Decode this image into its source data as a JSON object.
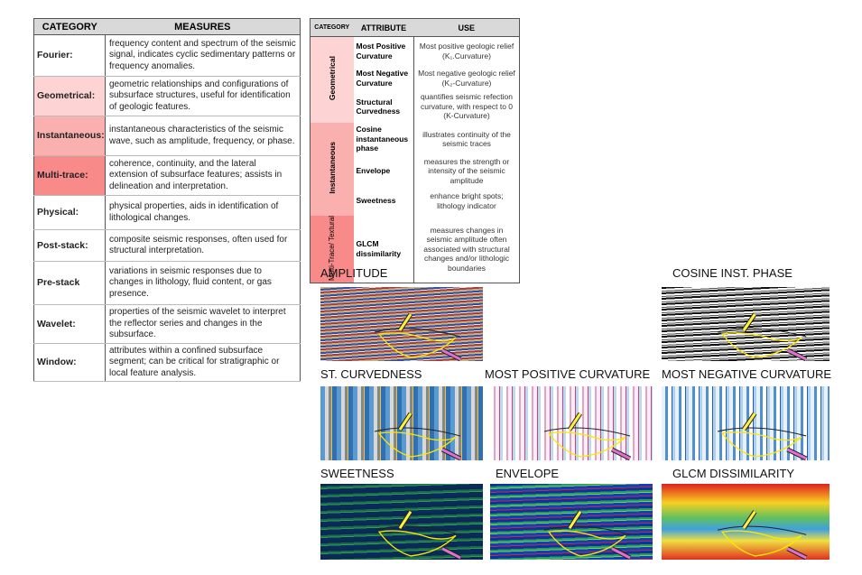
{
  "table1": {
    "headers": [
      "CATEGORY",
      "MEASURES"
    ],
    "rows": [
      {
        "category": "Fourier:",
        "measure": "frequency content and spectrum of the seismic signal, indicates cyclic sedimentary patterns or frequency anomalies.",
        "color": "#ffffff"
      },
      {
        "category": "Geometrical:",
        "measure": "geometric relationships and configurations of subsurface structures, useful for identification of geologic features.",
        "color": "#fdd3d3"
      },
      {
        "category": "Instantaneous:",
        "measure": "instantaneous characteristics of the seismic wave, such as amplitude, frequency, or phase.",
        "color": "#fbb0b0"
      },
      {
        "category": "Multi-trace:",
        "measure": "coherence, continuity, and the lateral extension of subsurface features; assists in delineation and interpretation.",
        "color": "#f88a8a"
      },
      {
        "category": "Physical:",
        "measure": "physical properties, aids in identification of lithological changes.",
        "color": "#ffffff"
      },
      {
        "category": "Post-stack:",
        "measure": "composite seismic responses, often used for structural interpretation.",
        "color": "#ffffff"
      },
      {
        "category": "Pre-stack",
        "measure": "variations in seismic responses due to changes in lithology, fluid content, or gas presence.",
        "color": "#ffffff"
      },
      {
        "category": "Wavelet:",
        "measure": "properties of the seismic wavelet to interpret the reflector series and changes in the subsurface.",
        "color": "#ffffff"
      },
      {
        "category": "Window:",
        "measure": "attributes within a confined subsurface segment; can be critical for stratigraphic or local feature analysis.",
        "color": "#ffffff"
      }
    ]
  },
  "table2": {
    "headers": [
      "CATEGORY",
      "ATTRIBUTE",
      "USE"
    ],
    "groups": [
      {
        "name": "Geometrical",
        "color": "#fdd3d3"
      },
      {
        "name": "Instantaneous",
        "color": "#fbb0b0"
      },
      {
        "name": "Multi-Trace/ Textural",
        "color": "#f88a8a"
      }
    ],
    "rows": [
      {
        "attribute": "Most Positive Curvature",
        "use": "Most positive geologic relief (K₁.Curvature)"
      },
      {
        "attribute": "Most Negative Curvature",
        "use": "Most negative geologic relief (K₂-Curvature)"
      },
      {
        "attribute": "Structural Curvedness",
        "use": "quantifies seismic refection curvature, with respect to 0 (K-Curvature)"
      },
      {
        "attribute": "Cosine instantaneous phase",
        "use": "illustrates continuity of the seismic traces"
      },
      {
        "attribute": "Envelope",
        "use": "measures the strength or intensity of the seismic amplitude"
      },
      {
        "attribute": "Sweetness",
        "use": "enhance bright spots; lithology indicator"
      },
      {
        "attribute": "GLCM dissimilarity",
        "use": "measures changes in seismic amplitude often associated with structural changes and/or lithologic boundaries"
      }
    ]
  },
  "panels": {
    "amplitude": "AMPLITUDE",
    "cosine": "COSINE INST. PHASE",
    "curvedness": "ST. CURVEDNESS",
    "mpc": "MOST POSITIVE CURVATURE",
    "mnc": "MOST NEGATIVE CURVATURE",
    "sweetness": "SWEETNESS",
    "envelope": "ENVELOPE",
    "glcm": "GLCM DISSIMILARITY"
  }
}
